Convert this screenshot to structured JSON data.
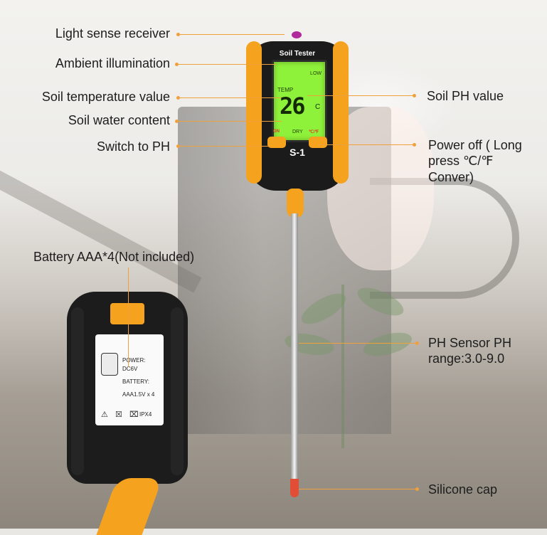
{
  "callouts": {
    "light_sense_receiver": "Light sense receiver",
    "ambient_illumination": "Ambient illumination",
    "soil_temperature_value": "Soil temperature value",
    "soil_water_content": "Soil water content",
    "switch_to_ph": "Switch to PH",
    "soil_ph_value": "Soil PH value",
    "power_off_line1": "Power off ( Long",
    "power_off_line2": "press ℃/℉",
    "power_off_line3": "Conver)",
    "battery": "Battery AAA*4(Not included)",
    "ph_sensor_line1": "PH Sensor PH",
    "ph_sensor_line2": " range:3.0-9.0",
    "silicone_cap": "Silicone cap"
  },
  "device": {
    "brand": "Soil Tester",
    "model": "S-1",
    "lcd": {
      "value": "26",
      "unit": "C",
      "temp_label": "TEMP",
      "light_label": "LOW",
      "moisture_label": "DRY"
    },
    "btn_on_label": "ON",
    "btn_unit_label": "℃/℉"
  },
  "back_sticker": {
    "power_label": "POWER:",
    "power_value": "DC6V",
    "battery_label": "BATTERY:",
    "battery_value": "AAA1.5V x 4",
    "rating": "IPX4"
  },
  "colors": {
    "accent_orange": "#f5a21e",
    "callout_line": "#f0a03c",
    "lcd_green": "#8ff23a",
    "device_body": "#1b1b1b"
  }
}
